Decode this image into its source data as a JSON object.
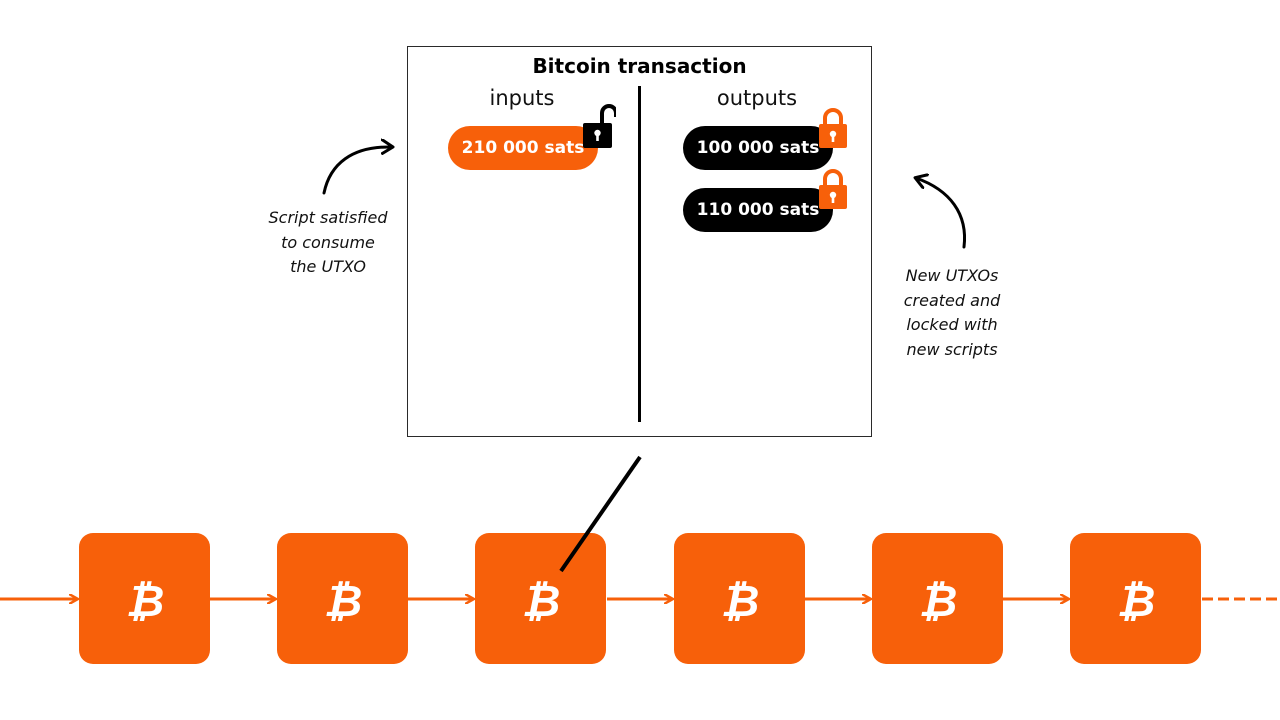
{
  "transaction": {
    "title": "Bitcoin transaction",
    "inputs_label": "inputs",
    "outputs_label": "outputs",
    "inputs": [
      {
        "amount": "210 000 sats",
        "lock": "unlocked"
      }
    ],
    "outputs": [
      {
        "amount": "100 000 sats",
        "lock": "locked"
      },
      {
        "amount": "110 000 sats",
        "lock": "locked"
      }
    ]
  },
  "notes": {
    "left": [
      "Script satisfied",
      "to consume",
      "the UTXO"
    ],
    "right": [
      "New UTXOs",
      "created and",
      "locked with",
      "new scripts"
    ]
  },
  "chain": {
    "block_count": 6,
    "block_icon": "bitcoin-icon",
    "highlighted_block": 3,
    "continues": true
  },
  "colors": {
    "orange": "#f7600a",
    "black": "#000000",
    "lock_unlocked": "#000000",
    "lock_locked": "#f7600a"
  }
}
